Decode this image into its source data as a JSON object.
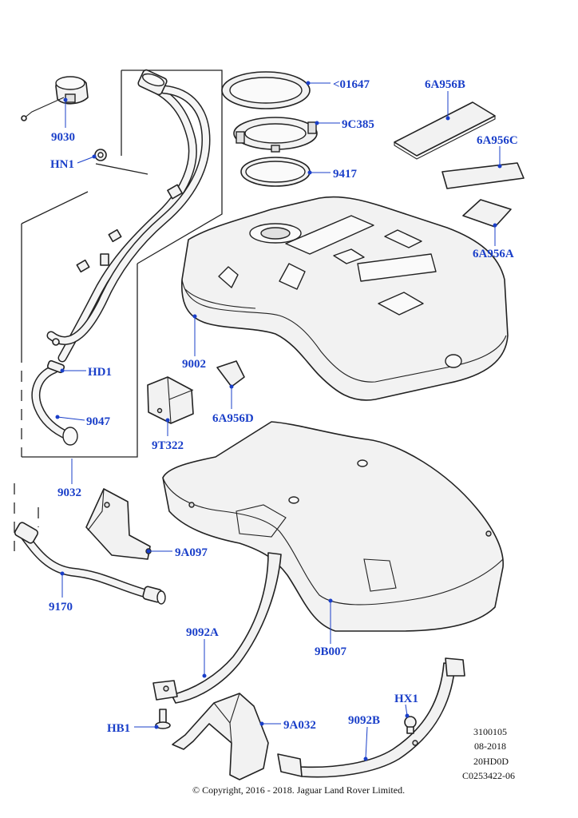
{
  "labels": {
    "p01647": "<01647",
    "p6A956B": "6A956B",
    "p9030": "9030",
    "p9C385": "9C385",
    "pHN1": "HN1",
    "p9417": "9417",
    "p6A956C": "6A956C",
    "p6A956A": "6A956A",
    "pHD1": "HD1",
    "p9002": "9002",
    "p9047": "9047",
    "p6A956D": "6A956D",
    "p9T322": "9T322",
    "p9032": "9032",
    "p9A097": "9A097",
    "p9170": "9170",
    "p9092A": "9092A",
    "p9B007": "9B007",
    "pHX1": "HX1",
    "pHB1": "HB1",
    "p9A032": "9A032",
    "p9092B": "9092B"
  },
  "meta": {
    "line1": "3100105",
    "line2": "08-2018",
    "line3": "20HD0D",
    "line4": "C0253422-06"
  },
  "copyright": "© Copyright, 2016 - 2018. Jaguar Land Rover Limited.",
  "colors": {
    "callout": "#1a3fc9",
    "linework": "#222222"
  }
}
